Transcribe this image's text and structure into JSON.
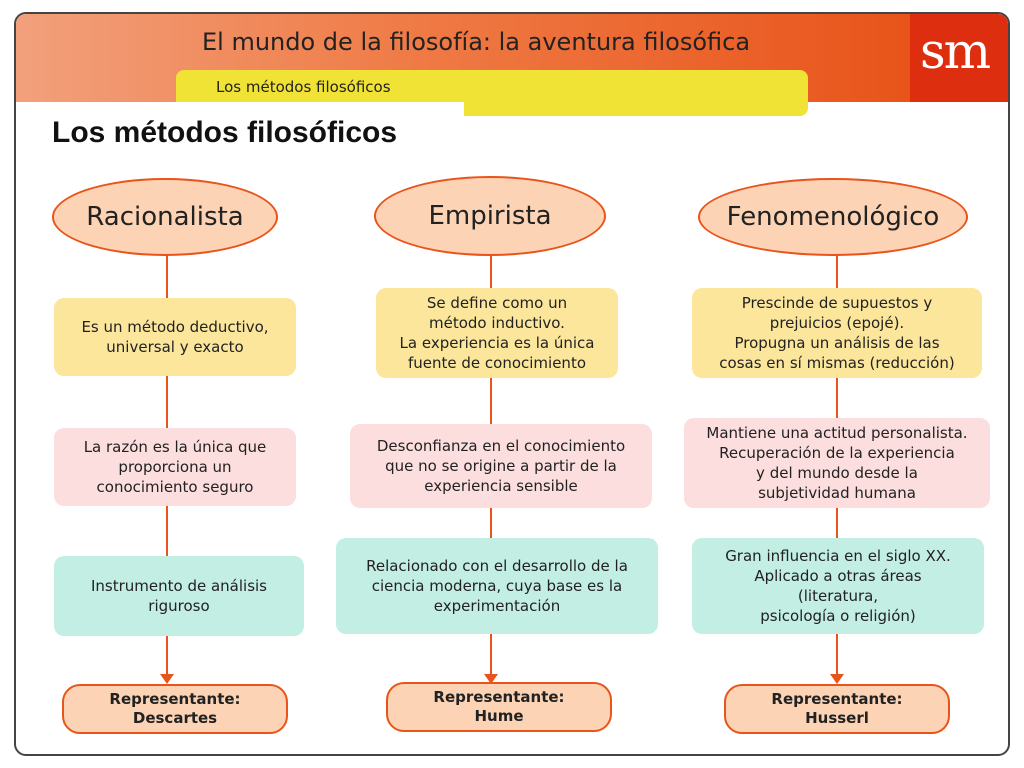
{
  "header": {
    "title": "El mundo de la filosofía: la aventura filosófica",
    "subtitle": "Los métodos filosóficos",
    "logo": "sm"
  },
  "page_title": "Los métodos filosóficos",
  "columns": [
    {
      "name": "Racionalista",
      "box1": "Es un método deductivo,\nuniversal y exacto",
      "box2": "La razón es la única que\nproporciona un\nconocimiento seguro",
      "box3": "Instrumento de análisis\nriguroso",
      "rep_label": "Representante:",
      "rep_name": "Descartes"
    },
    {
      "name": "Empirista",
      "box1": "Se define como un\nmétodo inductivo.\nLa experiencia es la única\nfuente de conocimiento",
      "box2": "Desconfianza en el conocimiento\nque no se origine a partir de la\nexperiencia sensible",
      "box3": "Relacionado con el desarrollo de la\nciencia moderna, cuya base es la\nexperimentación",
      "rep_label": "Representante:",
      "rep_name": "Hume"
    },
    {
      "name": "Fenomenológico",
      "box1": "Prescinde de supuestos y\nprejuicios (epojé).\nPropugna un análisis de las\ncosas en sí mismas (reducción)",
      "box2": "Mantiene una actitud personalista.\nRecuperación de la experiencia\ny del mundo desde la\nsubjetividad humana",
      "box3": "Gran influencia en el siglo XX.\nAplicado a otras áreas\n(literatura,\npsicología o religión)",
      "rep_label": "Representante:",
      "rep_name": "Husserl"
    }
  ],
  "colors": {
    "accent": "#e8541a",
    "oval_fill": "#fcd3b4",
    "yellow_box": "#fbe69c",
    "pink_box": "#fbdedd",
    "mint_box": "#c3eee3"
  }
}
